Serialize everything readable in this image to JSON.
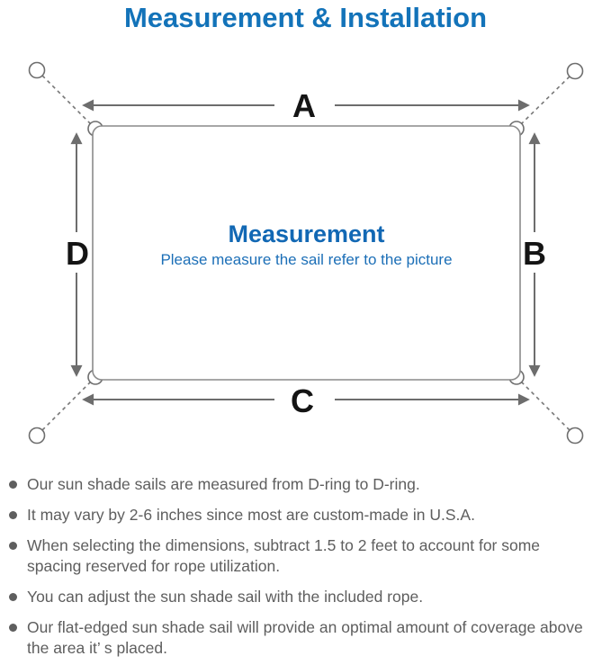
{
  "title": "Measurement & Installation",
  "colors": {
    "title_blue": "#1373b9",
    "heading_blue": "#1268b4",
    "subtitle_blue": "#1c6fb7",
    "line_gray": "#8a8a8a",
    "arrow_gray": "#6d6d6d",
    "text_gray": "#5e5e5e"
  },
  "diagram": {
    "labels": {
      "top": "A",
      "right": "B",
      "bottom": "C",
      "left": "D"
    },
    "center_heading": "Measurement",
    "center_subtitle": "Please measure the sail refer to the picture"
  },
  "bullets": [
    "Our sun shade sails are measured from D-ring to D-ring.",
    "It may vary by 2-6 inches since most are custom-made in U.S.A.",
    "When selecting the dimensions, subtract 1.5 to 2 feet to account for some spacing reserved for rope utilization.",
    "You can adjust the sun shade sail with the included rope.",
    "Our flat-edged sun shade sail will provide an optimal amount of coverage above the area it’ s placed."
  ]
}
